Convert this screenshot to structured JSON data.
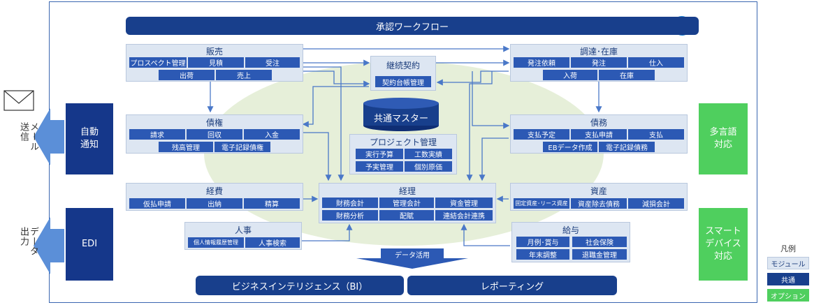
{
  "workflow_title": "承認ワークフロー",
  "bi_label": "ビジネスインテリジェンス（BI）",
  "reporting_label": "レポーティング",
  "data_use_label": "データ活用",
  "master_label": "共通マスター",
  "left": {
    "mail_line1": "メール",
    "mail_line2": "送信",
    "data_line1": "データ",
    "data_line2": "出力",
    "auto_notify": "自動\n通知",
    "edi": "EDI"
  },
  "right": {
    "multilang": "多言語\n対応",
    "smart": "スマート\nデバイス\n対応"
  },
  "legend": {
    "title": "凡例",
    "module": "モジュール",
    "common": "共通",
    "option": "オプション"
  },
  "modules": {
    "sales": {
      "title": "販売",
      "items": [
        "プロスペクト管理",
        "見積",
        "受注",
        "出荷",
        "売上"
      ]
    },
    "procurement": {
      "title": "調達･在庫",
      "items": [
        "発注依頼",
        "発注",
        "仕入",
        "入荷",
        "在庫"
      ]
    },
    "contract": {
      "title": "継続契約",
      "items": [
        "契約台帳管理"
      ]
    },
    "receivables": {
      "title": "債権",
      "items": [
        "請求",
        "回収",
        "入金",
        "残高管理",
        "電子記録債権"
      ]
    },
    "payables": {
      "title": "債務",
      "items": [
        "支払予定",
        "支払申請",
        "支払",
        "EBデータ作成",
        "電子記録債務"
      ]
    },
    "project": {
      "title": "プロジェクト管理",
      "items": [
        "実行予算",
        "工数実績",
        "予実管理",
        "個別原価"
      ]
    },
    "expense": {
      "title": "経費",
      "items": [
        "仮払申請",
        "出納",
        "精算"
      ]
    },
    "accounting": {
      "title": "経理",
      "items": [
        "財務会計",
        "管理会計",
        "資金管理",
        "財務分析",
        "配賦",
        "連結会計連携"
      ]
    },
    "assets": {
      "title": "資産",
      "items": [
        "固定資産･リース資産",
        "資産除去債務",
        "減損会計"
      ]
    },
    "hr": {
      "title": "人事",
      "items": [
        "個人情報履歴管理",
        "人事検索"
      ]
    },
    "payroll": {
      "title": "給与",
      "items": [
        "月例･賞与",
        "社会保険",
        "年末調整",
        "退職金管理"
      ]
    }
  },
  "colors": {
    "common": "#183f8c",
    "module_bg": "#dde6f2",
    "cell": "#2c59b4",
    "option": "#4fcf5e",
    "arrow": "#4a78c8"
  }
}
